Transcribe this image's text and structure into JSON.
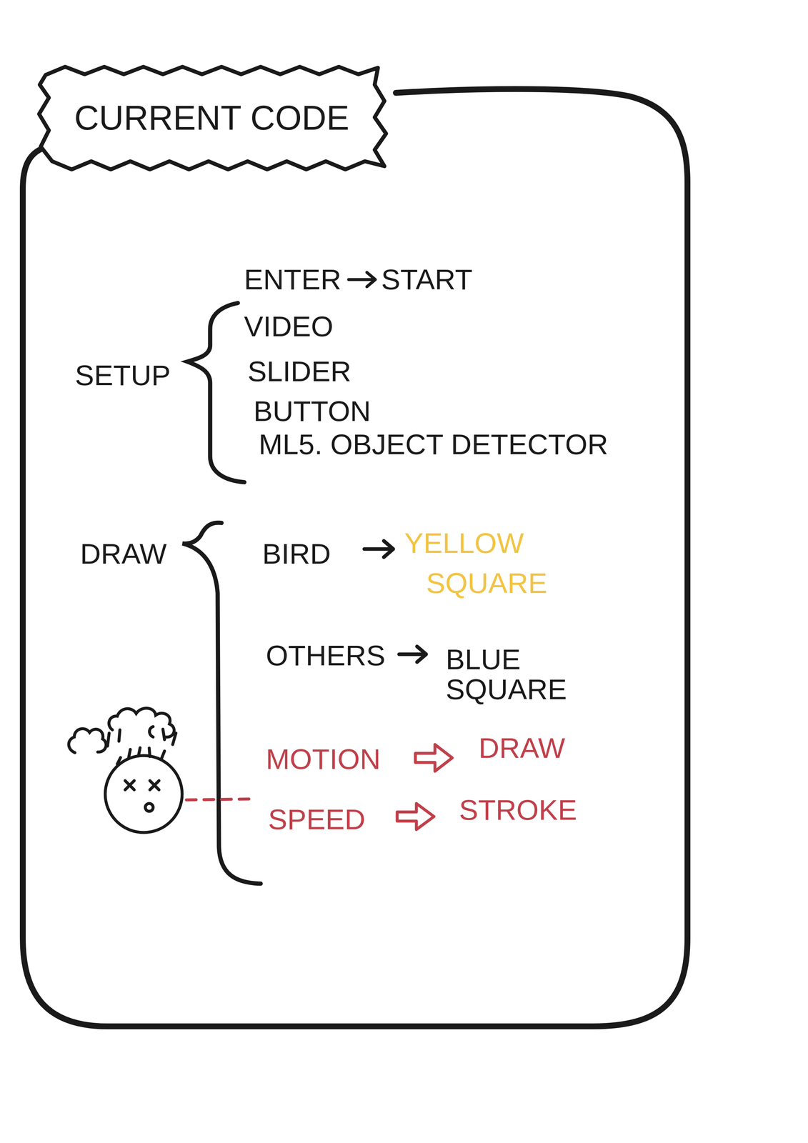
{
  "diagram": {
    "title": "CURRENT CODE",
    "labels": [
      "ENTER",
      "START",
      "SETUP",
      "VIDEO",
      "SLIDER",
      "BUTTON",
      "ML5. OBJECT DETECTOR",
      "DRAW",
      "BIRD",
      "YELLOW SQUARE",
      "OTHERS",
      "BLUE SQUARE",
      "MOTION",
      "DRAW",
      "SPEED",
      "STROKE"
    ]
  }
}
